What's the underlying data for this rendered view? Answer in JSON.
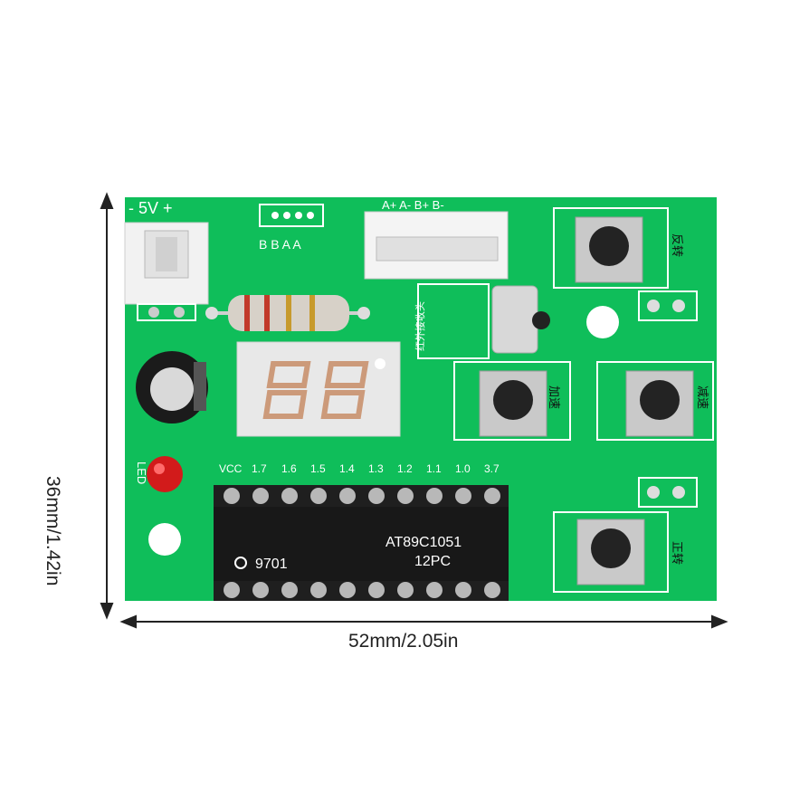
{
  "dimensions": {
    "width_label": "52mm/2.05in",
    "height_label": "36mm/1.42in"
  },
  "board": {
    "power_label": "- 5V +",
    "jumper_label": "B B A A",
    "connector_label": "A+ A- B+ B-",
    "led_label": "LED",
    "ir_label": "红外接收头",
    "button_labels": {
      "reverse": "反转",
      "accelerate": "加速",
      "decelerate": "减速",
      "forward": "正转"
    },
    "chip": {
      "part_number": "AT89C1051",
      "speed": "12PC",
      "date_code": "9701"
    },
    "pin_labels": [
      "VCC",
      "1.7",
      "1.6",
      "1.5",
      "1.4",
      "1.3",
      "1.2",
      "1.1",
      "1.0",
      "3.7"
    ]
  },
  "colors": {
    "pcb": "#0fbe5a",
    "silkscreen": "#ffffff",
    "chip": "#1b1b1b",
    "display": "#e8e8e8"
  }
}
